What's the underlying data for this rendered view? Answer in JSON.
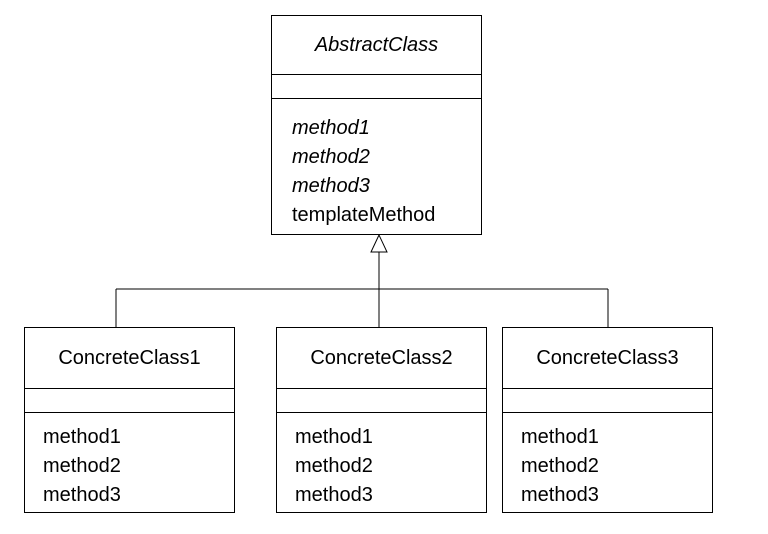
{
  "abstract_class": {
    "name": "AbstractClass",
    "operations": [
      {
        "label": "method1",
        "italic": true
      },
      {
        "label": "method2",
        "italic": true
      },
      {
        "label": "method3",
        "italic": true
      },
      {
        "label": "templateMethod",
        "italic": false
      }
    ]
  },
  "concrete_classes": [
    {
      "name": "ConcreteClass1",
      "operations": [
        "method1",
        "method2",
        "method3"
      ]
    },
    {
      "name": "ConcreteClass2",
      "operations": [
        "method1",
        "method2",
        "method3"
      ]
    },
    {
      "name": "ConcreteClass3",
      "operations": [
        "method1",
        "method2",
        "method3"
      ]
    }
  ]
}
